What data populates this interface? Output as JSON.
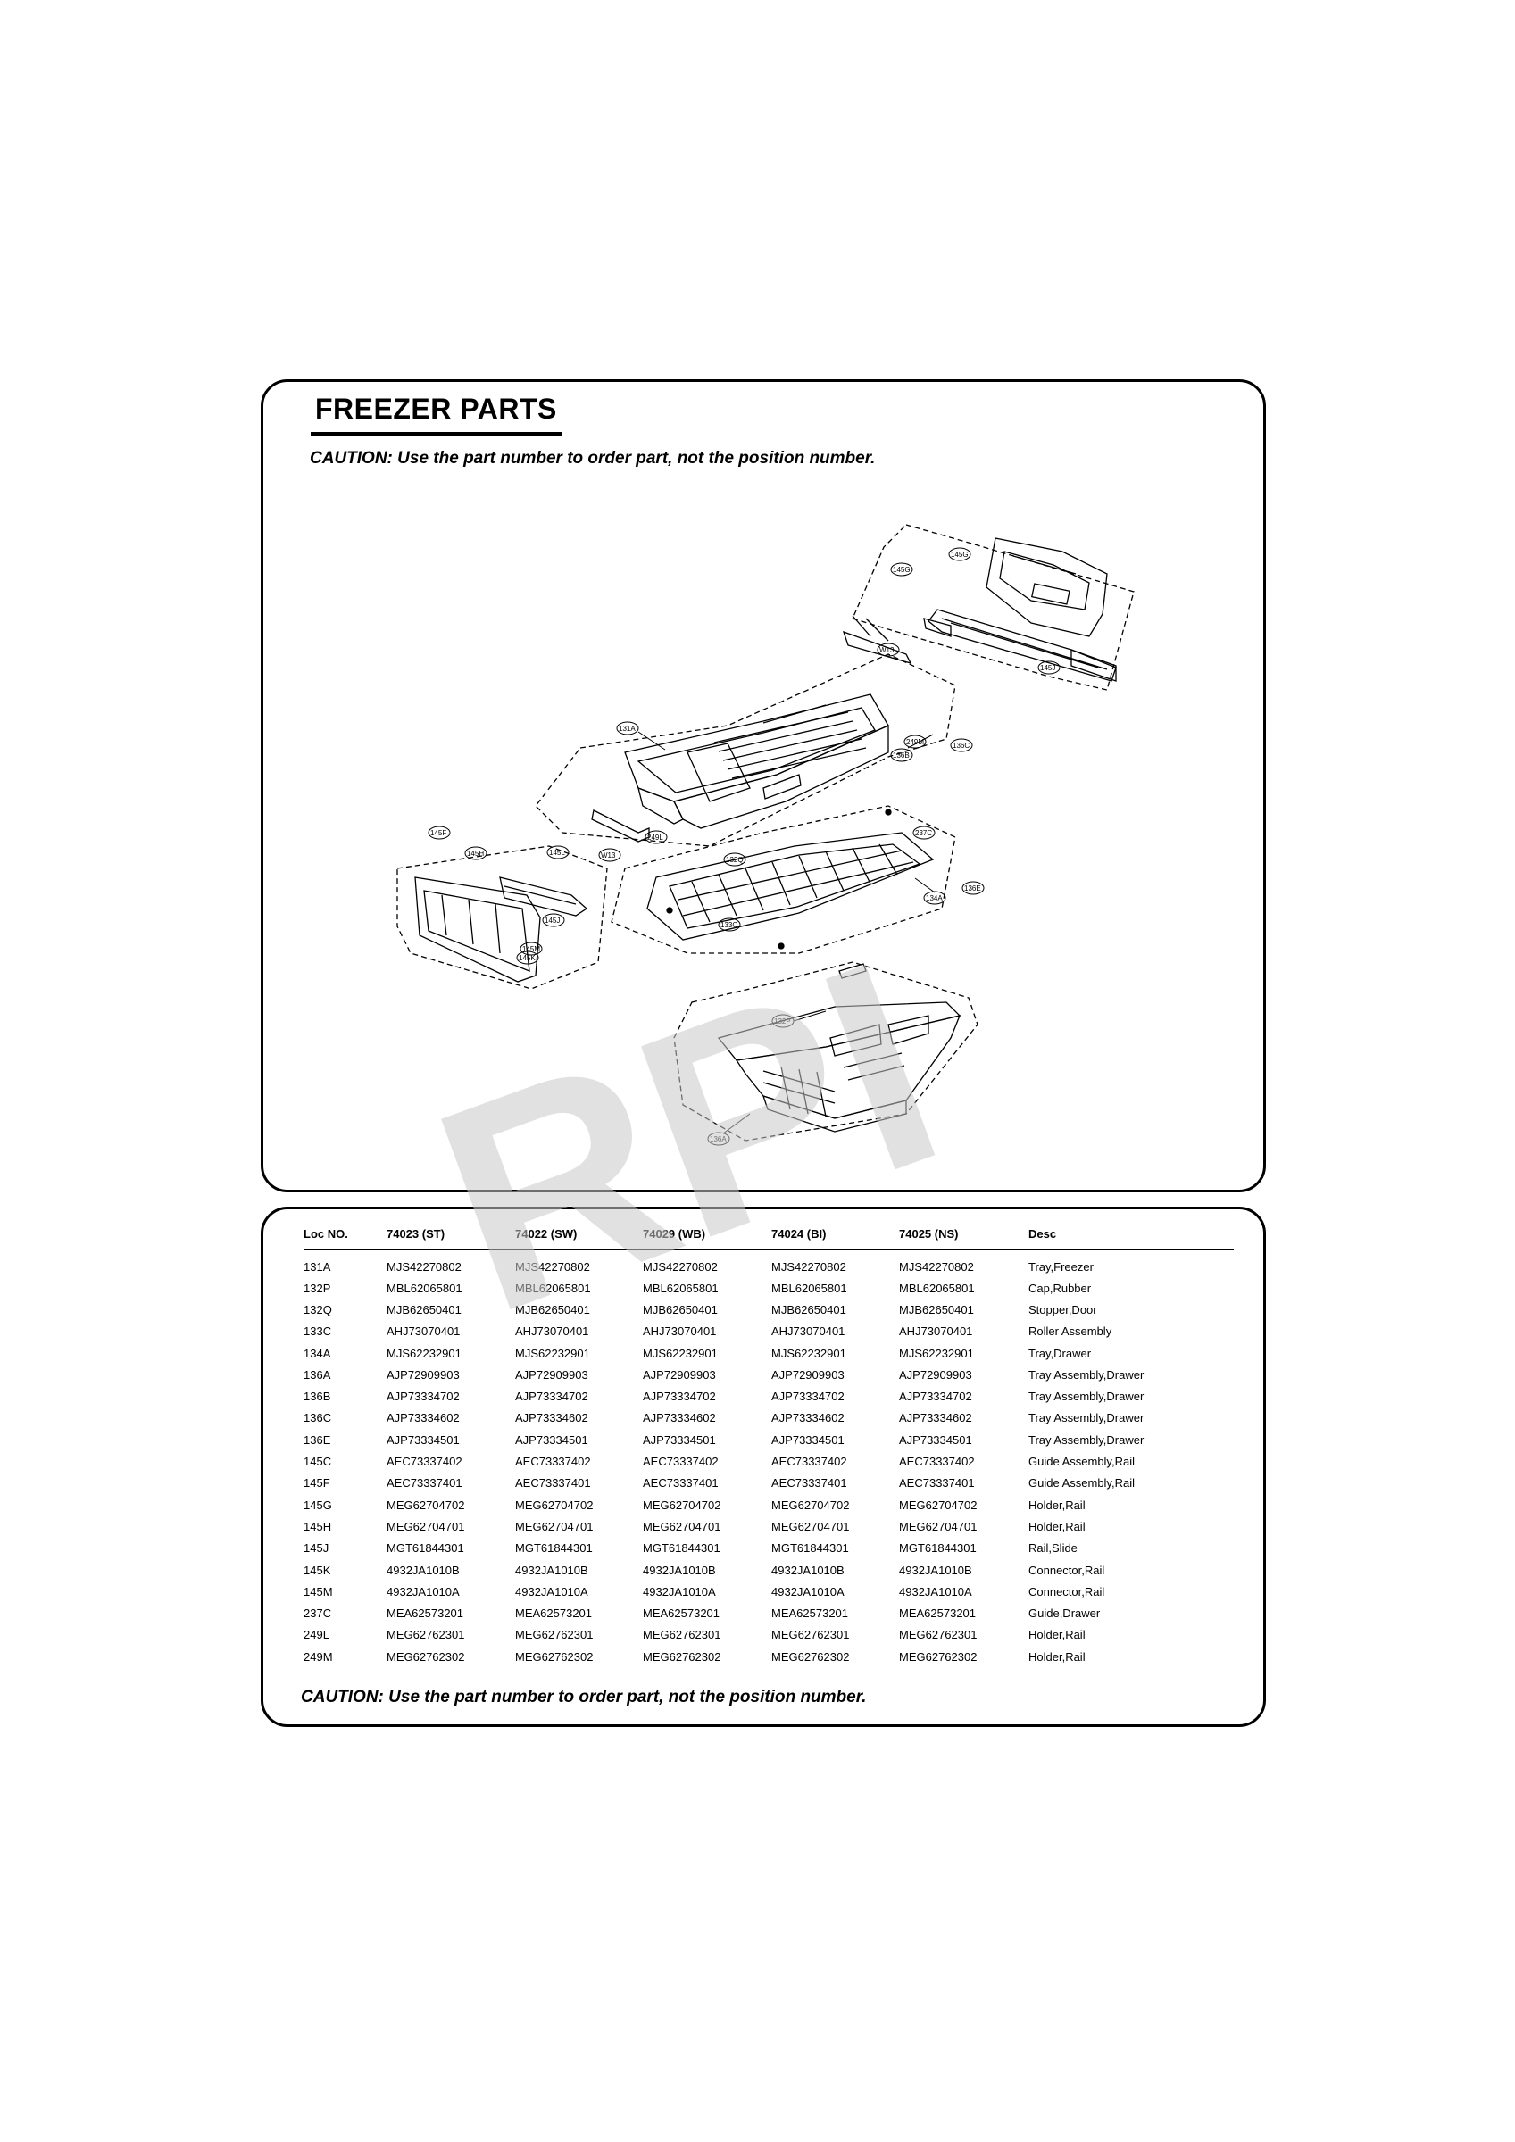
{
  "header": {
    "title": "FREEZER PARTS",
    "caution": "CAUTION: Use the part number to order part, not the position number."
  },
  "watermark": {
    "text": "RPI",
    "color": "#c8c8c8"
  },
  "diagram": {
    "callouts": [
      "145G",
      "145G",
      "145J",
      "W13",
      "131A",
      "249M",
      "136B",
      "136C",
      "249L",
      "W13",
      "145J",
      "145M",
      "132Q",
      "145H",
      "145F",
      "237C",
      "136E",
      "134A",
      "133C",
      "145L",
      "145K",
      "132P",
      "136A"
    ]
  },
  "table": {
    "columns": [
      "Loc NO.",
      "74023 (ST)",
      "74022 (SW)",
      "74029 (WB)",
      "74024 (BI)",
      "74025 (NS)",
      "Desc"
    ],
    "rows": [
      [
        "131A",
        "MJS42270802",
        "MJS42270802",
        "MJS42270802",
        "MJS42270802",
        "MJS42270802",
        "Tray,Freezer"
      ],
      [
        "132P",
        "MBL62065801",
        "MBL62065801",
        "MBL62065801",
        "MBL62065801",
        "MBL62065801",
        "Cap,Rubber"
      ],
      [
        "132Q",
        "MJB62650401",
        "MJB62650401",
        "MJB62650401",
        "MJB62650401",
        "MJB62650401",
        "Stopper,Door"
      ],
      [
        "133C",
        "AHJ73070401",
        "AHJ73070401",
        "AHJ73070401",
        "AHJ73070401",
        "AHJ73070401",
        "Roller Assembly"
      ],
      [
        "134A",
        "MJS62232901",
        "MJS62232901",
        "MJS62232901",
        "MJS62232901",
        "MJS62232901",
        "Tray,Drawer"
      ],
      [
        "136A",
        "AJP72909903",
        "AJP72909903",
        "AJP72909903",
        "AJP72909903",
        "AJP72909903",
        "Tray Assembly,Drawer"
      ],
      [
        "136B",
        "AJP73334702",
        "AJP73334702",
        "AJP73334702",
        "AJP73334702",
        "AJP73334702",
        "Tray Assembly,Drawer"
      ],
      [
        "136C",
        "AJP73334602",
        "AJP73334602",
        "AJP73334602",
        "AJP73334602",
        "AJP73334602",
        "Tray Assembly,Drawer"
      ],
      [
        "136E",
        "AJP73334501",
        "AJP73334501",
        "AJP73334501",
        "AJP73334501",
        "AJP73334501",
        "Tray Assembly,Drawer"
      ],
      [
        "145C",
        "AEC73337402",
        "AEC73337402",
        "AEC73337402",
        "AEC73337402",
        "AEC73337402",
        "Guide Assembly,Rail"
      ],
      [
        "145F",
        "AEC73337401",
        "AEC73337401",
        "AEC73337401",
        "AEC73337401",
        "AEC73337401",
        "Guide Assembly,Rail"
      ],
      [
        "145G",
        "MEG62704702",
        "MEG62704702",
        "MEG62704702",
        "MEG62704702",
        "MEG62704702",
        "Holder,Rail"
      ],
      [
        "145H",
        "MEG62704701",
        "MEG62704701",
        "MEG62704701",
        "MEG62704701",
        "MEG62704701",
        "Holder,Rail"
      ],
      [
        "145J",
        "MGT61844301",
        "MGT61844301",
        "MGT61844301",
        "MGT61844301",
        "MGT61844301",
        "Rail,Slide"
      ],
      [
        "145K",
        "4932JA1010B",
        "4932JA1010B",
        "4932JA1010B",
        "4932JA1010B",
        "4932JA1010B",
        "Connector,Rail"
      ],
      [
        "145M",
        "4932JA1010A",
        "4932JA1010A",
        "4932JA1010A",
        "4932JA1010A",
        "4932JA1010A",
        "Connector,Rail"
      ],
      [
        "237C",
        "MEA62573201",
        "MEA62573201",
        "MEA62573201",
        "MEA62573201",
        "MEA62573201",
        "Guide,Drawer"
      ],
      [
        "249L",
        "MEG62762301",
        "MEG62762301",
        "MEG62762301",
        "MEG62762301",
        "MEG62762301",
        "Holder,Rail"
      ],
      [
        "249M",
        "MEG62762302",
        "MEG62762302",
        "MEG62762302",
        "MEG62762302",
        "MEG62762302",
        "Holder,Rail"
      ]
    ],
    "caution": "CAUTION: Use the part number to order part, not the position number."
  }
}
